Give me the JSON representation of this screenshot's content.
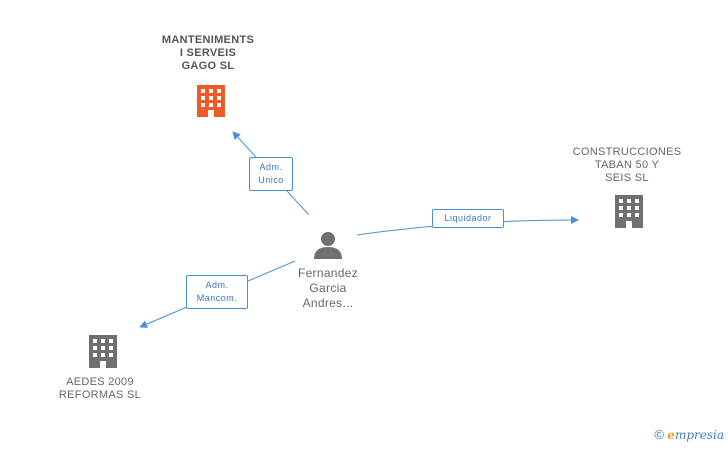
{
  "colors": {
    "edge": "#4a90d9",
    "building_main": "#f05a28",
    "building_other": "#707070",
    "person": "#707070"
  },
  "nodes": {
    "main": {
      "name_lines": [
        "MANTENIMENTS",
        "I SERVEIS",
        "GAGO SL"
      ],
      "icon": "building-icon"
    },
    "construcciones": {
      "name_lines": [
        "CONSTRUCCIONES",
        "TABAN 50 Y",
        "SEIS SL"
      ],
      "icon": "building-icon"
    },
    "aedes": {
      "name_lines": [
        "AEDES 2009",
        "REFORMAS SL"
      ],
      "icon": "building-icon"
    },
    "person": {
      "name_lines": [
        "Fernandez",
        "Garcia",
        "Andres..."
      ],
      "icon": "person-icon"
    }
  },
  "edges": {
    "to_main": {
      "label_lines": [
        "Adm.",
        "Unico"
      ]
    },
    "to_construcciones": {
      "label_lines": [
        "Liquidador"
      ]
    },
    "to_aedes": {
      "label_lines": [
        "Adm.",
        "Mancom."
      ]
    }
  },
  "brand": {
    "copyright": "©",
    "initial": "e",
    "rest": "mpresia"
  }
}
